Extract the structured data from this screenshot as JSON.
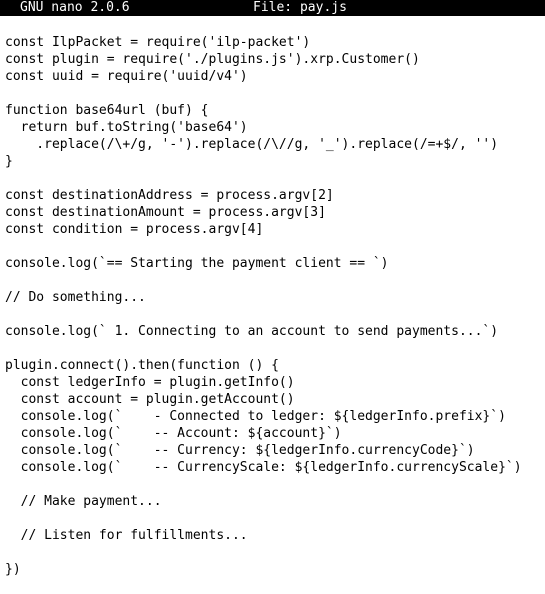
{
  "title_bar": {
    "app_version": "GNU nano 2.0.6",
    "file_label": "File: pay.js"
  },
  "editor": {
    "lines": [
      "const IlpPacket = require('ilp-packet')",
      "const plugin = require('./plugins.js').xrp.Customer()",
      "const uuid = require('uuid/v4')",
      "",
      "function base64url (buf) {",
      "  return buf.toString('base64')",
      "    .replace(/\\+/g, '-').replace(/\\//g, '_').replace(/=+$/, '')",
      "}",
      "",
      "const destinationAddress = process.argv[2]",
      "const destinationAmount = process.argv[3]",
      "const condition = process.argv[4]",
      "",
      "console.log(`== Starting the payment client == `)",
      "",
      "// Do something...",
      "",
      "console.log(` 1. Connecting to an account to send payments...`)",
      "",
      "plugin.connect().then(function () {",
      "  const ledgerInfo = plugin.getInfo()",
      "  const account = plugin.getAccount()",
      "  console.log(`    - Connected to ledger: ${ledgerInfo.prefix}`)",
      "  console.log(`    -- Account: ${account}`)",
      "  console.log(`    -- Currency: ${ledgerInfo.currencyCode}`)",
      "  console.log(`    -- CurrencyScale: ${ledgerInfo.currencyScale}`)",
      "",
      "  // Make payment...",
      "",
      "  // Listen for fulfillments...",
      "",
      "})"
    ]
  }
}
